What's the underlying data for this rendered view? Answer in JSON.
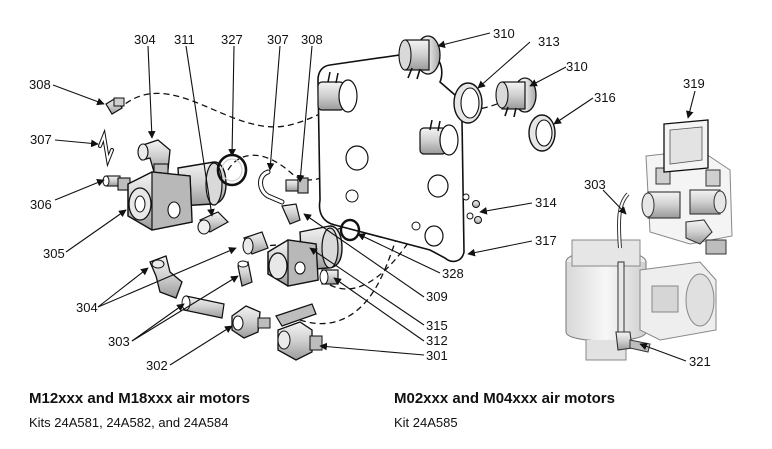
{
  "callouts": {
    "c304a": "304",
    "c311": "311",
    "c327": "327",
    "c307a": "307",
    "c308a": "308",
    "c310a": "310",
    "c313": "313",
    "c310b": "310",
    "c316": "316",
    "c319": "319",
    "c308b": "308",
    "c307b": "307",
    "c306": "306",
    "c305": "305",
    "c304b": "304",
    "c303a": "303",
    "c302": "302",
    "c314": "314",
    "c317": "317",
    "c328": "328",
    "c309": "309",
    "c315": "315",
    "c312": "312",
    "c301": "301",
    "c303b": "303",
    "c321": "321"
  },
  "left_caption": {
    "title": "M12xxx and M18xxx air motors",
    "subtitle": "Kits 24A581, 24A582, and 24A584"
  },
  "right_caption": {
    "title": "M02xxx and M04xxx air motors",
    "subtitle": "Kit 24A585"
  }
}
